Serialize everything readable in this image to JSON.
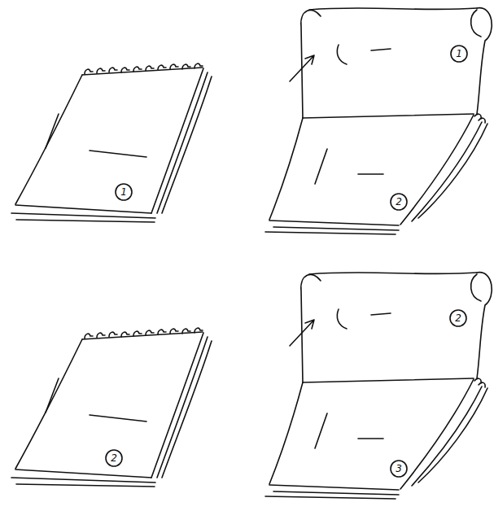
{
  "diagram": {
    "labels": [
      "1",
      "1",
      "2",
      "2",
      "2",
      "3"
    ]
  }
}
